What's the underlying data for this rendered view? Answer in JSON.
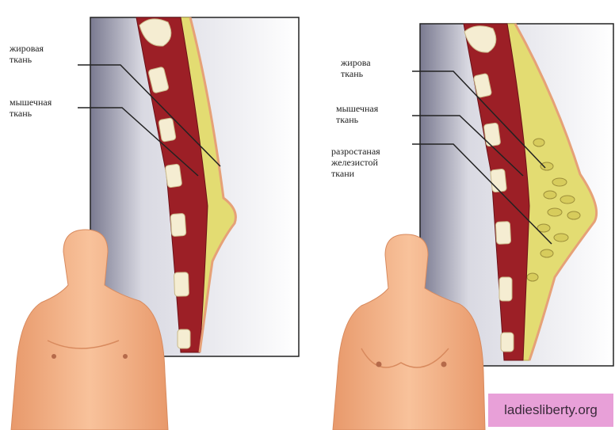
{
  "panels": {
    "left": {
      "labels": [
        "жировая\nткань",
        "мышечная\nткань"
      ]
    },
    "right": {
      "labels": [
        "жирова\nткань",
        "мышечная\nткань",
        "разростаная\nжелезистой\nткани"
      ]
    }
  },
  "watermark": "ladiesliberty.org",
  "colors": {
    "muscle": "#9c1f26",
    "fat": "#e9e27a",
    "skin": "#f4b48a",
    "rib": "#f5edd2",
    "panel_border": "#222222"
  }
}
